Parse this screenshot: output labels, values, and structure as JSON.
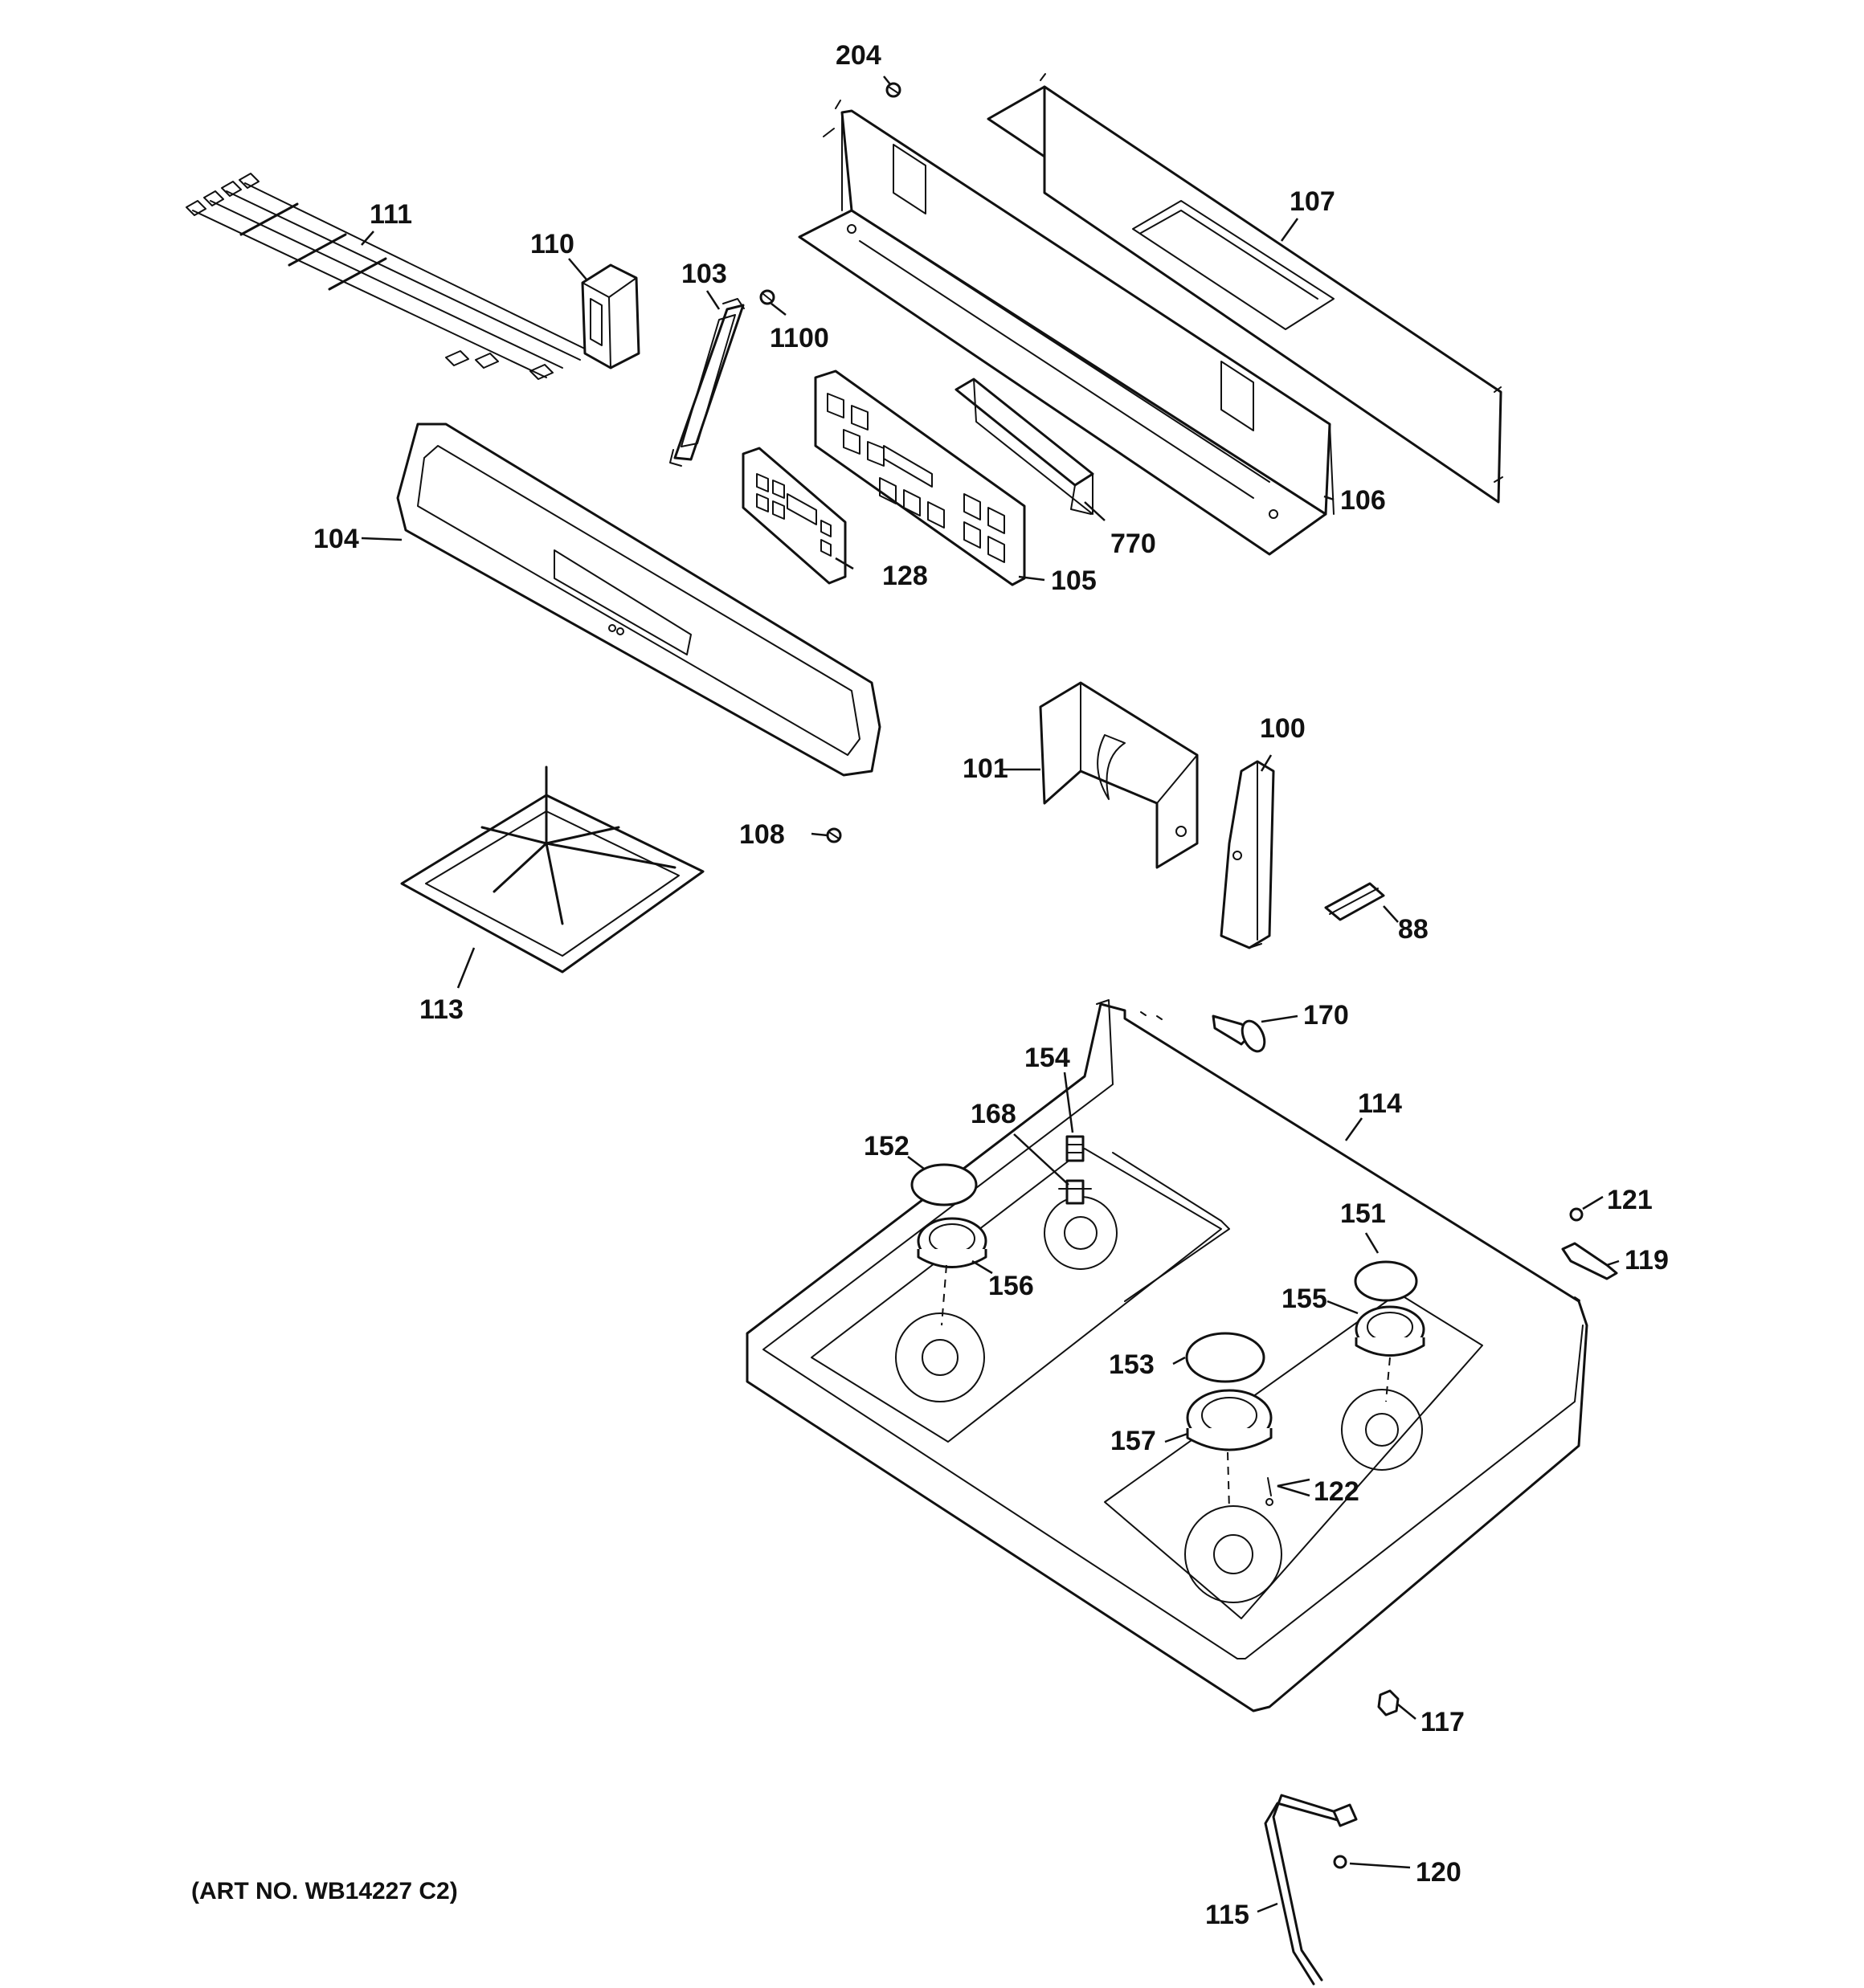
{
  "callouts": {
    "p204": "204",
    "p111": "111",
    "p110": "110",
    "p103": "103",
    "p1100": "1100",
    "p107": "107",
    "p106": "106",
    "p770": "770",
    "p104": "104",
    "p128": "128",
    "p105": "105",
    "p101": "101",
    "p100": "100",
    "p108": "108",
    "p88": "88",
    "p113": "113",
    "p170": "170",
    "p154": "154",
    "p168": "168",
    "p114": "114",
    "p152": "152",
    "p121": "121",
    "p151": "151",
    "p119": "119",
    "p156": "156",
    "p155": "155",
    "p153": "153",
    "p157": "157",
    "p122": "122",
    "p117": "117",
    "p120": "120",
    "p115": "115"
  },
  "art_number": "(ART NO. WB14227 C2)"
}
